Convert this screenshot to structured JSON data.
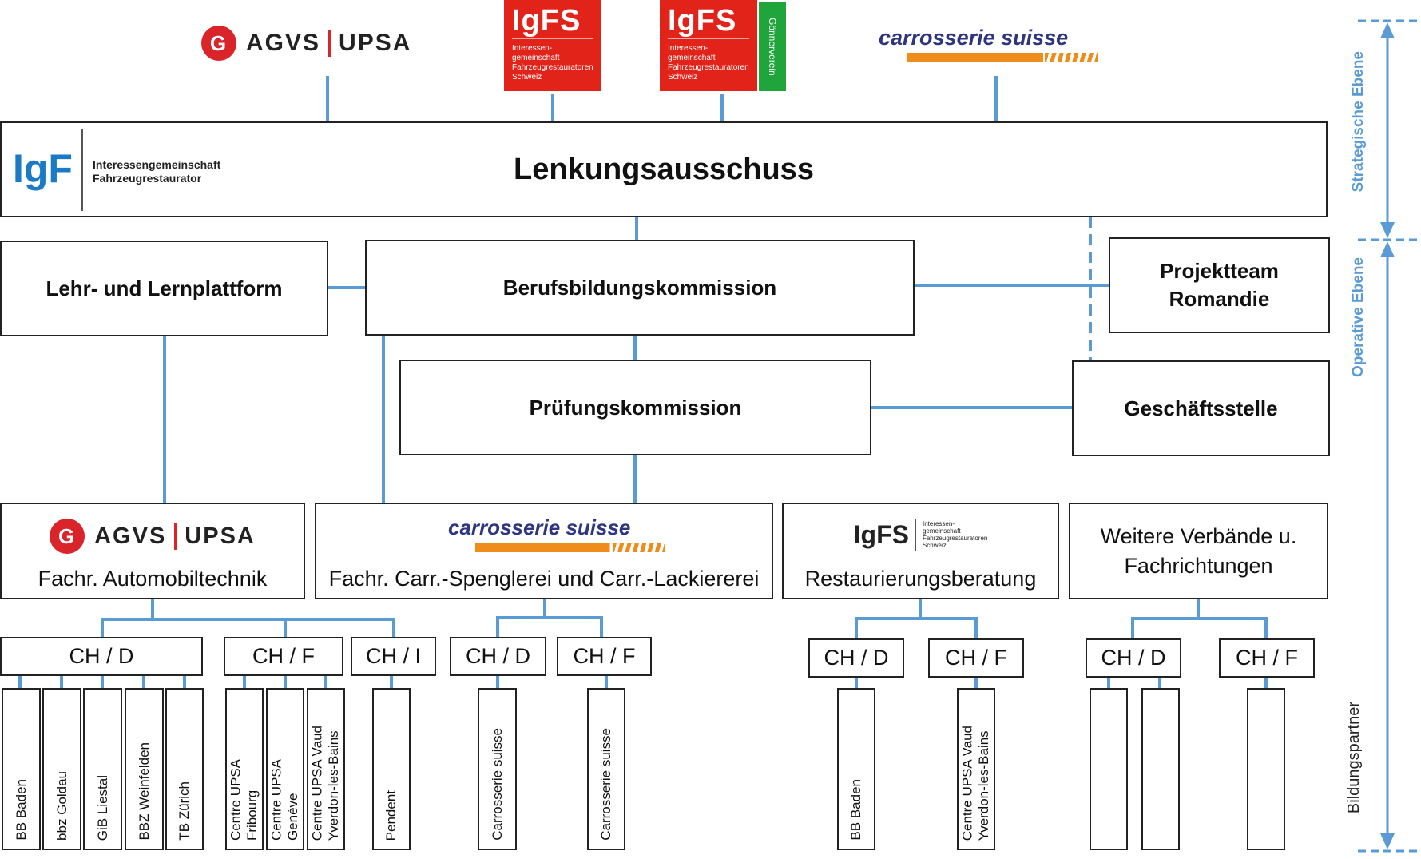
{
  "top_logos": {
    "agvs": {
      "left": "AGVS",
      "right": "UPSA"
    },
    "igfs_1": {
      "mark": "IgFS",
      "text": [
        "Interessen-",
        "gemeinschaft",
        "Fahrzeugrestauratoren",
        "Schweiz"
      ]
    },
    "igfs_2": {
      "mark": "IgFS",
      "text": [
        "Interessen-",
        "gemeinschaft",
        "Fahrzeugrestauratoren",
        "Schweiz"
      ],
      "tab": "Gönnerverein"
    },
    "carrosserie": {
      "text": "carrosserie suisse"
    }
  },
  "steering": {
    "logo_mark": "IgF",
    "logo_text_1": "Interessengemeinschaft",
    "logo_text_2": "Fahrzeugrestaurator",
    "title": "Lenkungsausschuss"
  },
  "boxes": {
    "lehr": "Lehr- und Lernplattform",
    "berufsbildung": "Berufsbildungskommission",
    "projektteam_1": "Projektteam",
    "projektteam_2": "Romandie",
    "pruefung": "Prüfungskommission",
    "geschaeft": "Geschäftsstelle"
  },
  "departments": [
    {
      "logo": "AGVS | UPSA",
      "logo_left": "AGVS",
      "logo_right": "UPSA",
      "label": "Fachr. Automobiltechnik"
    },
    {
      "logo": "carrosserie suisse",
      "label": "Fachr. Carr.-Spenglerei und Carr.-Lackiererei"
    },
    {
      "logo_mark": "IgFS",
      "logo_small": [
        "Interessen-",
        "gemeinschaft",
        "Fahrzeugrestauratoren",
        "Schweiz"
      ],
      "label": "Restaurierungsberatung"
    },
    {
      "label_1": "Weitere Verbände u.",
      "label_2": "Fachrichtungen"
    }
  ],
  "regions": {
    "r1": "CH / D",
    "r2": "CH / F",
    "r3": "CH / I",
    "r4": "CH / D",
    "r5": "CH / F",
    "r6": "CH / D",
    "r7": "CH / F",
    "r8": "CH / D",
    "r9": "CH / F"
  },
  "partners": {
    "p1": "BB Baden",
    "p2": "bbz Goldau",
    "p3": "GiB Liestal",
    "p4": "BBZ Weinfelden",
    "p5": "TB Zürich",
    "p6_1": "Centre UPSA",
    "p6_2": "Fribourg",
    "p7_1": "Centre UPSA",
    "p7_2": "Genève",
    "p8_1": "Centre UPSA Vaud",
    "p8_2": "Yverdon-les-Bains",
    "p9": "Pendent",
    "p10": "Carrosserie suisse",
    "p11": "Carrosserie suisse",
    "p12": "BB Baden",
    "p13_1": "Centre UPSA Vaud",
    "p13_2": "Yverdon-les-Bains"
  },
  "side_labels": {
    "strategic": "Strategische Ebene",
    "operative": "Operative Ebene",
    "partners": "Bildungspartner"
  },
  "colors": {
    "line": "#5b9bd5",
    "agvs_red": "#d9252a",
    "igfs_red": "#e2231a",
    "igf_blue": "#1a7bc4",
    "carr_blue": "#2e3680",
    "carr_orange": "#f08c1b",
    "green": "#1fa53c"
  }
}
